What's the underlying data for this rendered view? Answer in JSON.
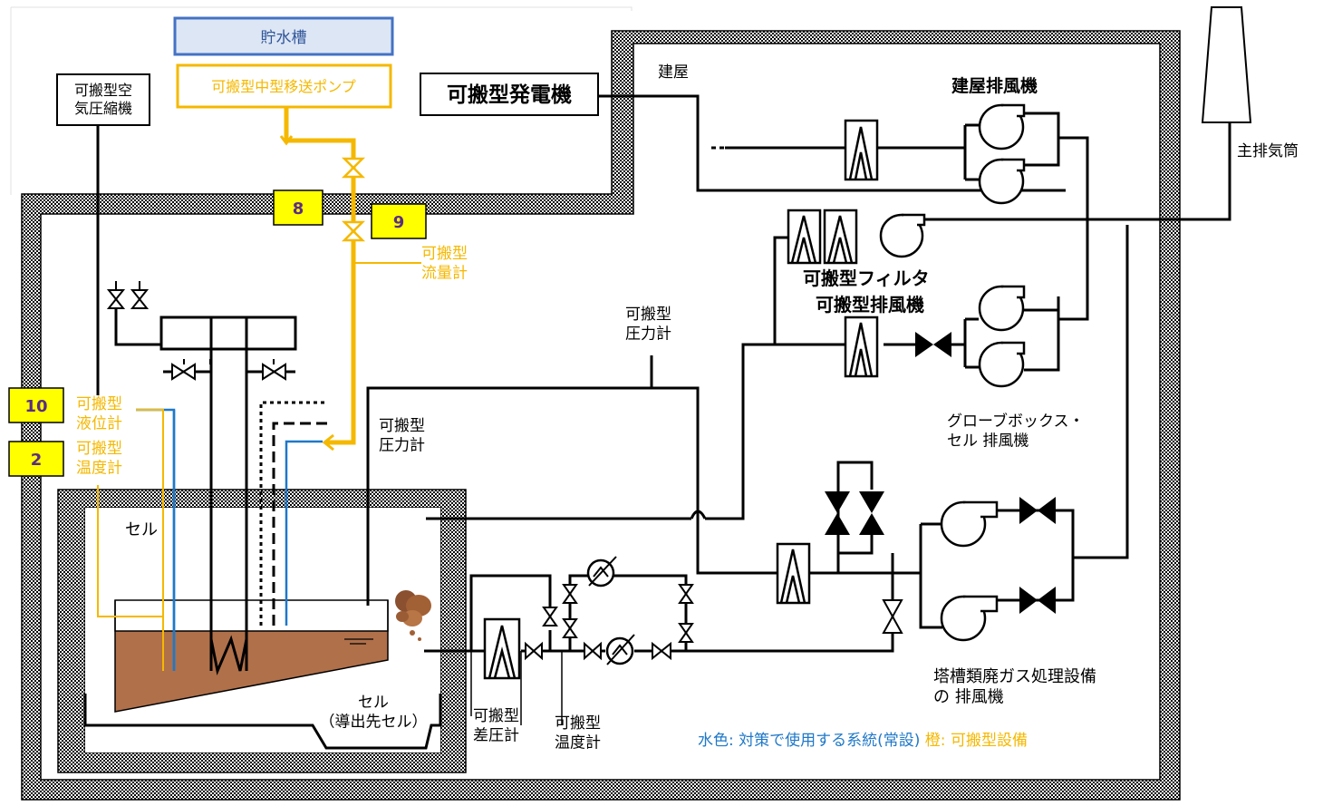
{
  "colors": {
    "orange": "#f5b800",
    "blue": "#1f78c8",
    "black": "#000000",
    "box_yellow": "#ffff00",
    "box_yellow_text": "#5a2d82",
    "tank_blue_fill": "#dde6f5",
    "tank_blue_border": "#4472c4",
    "waste_brown": "#a0603a"
  },
  "labels": {
    "water_tank": "貯水槽",
    "pump": "可搬型中型移送ポンプ",
    "compressor": "可搬型空\n気圧縮機",
    "generator": "可搬型発電機",
    "building": "建屋",
    "building_exhaust_fan": "建屋排風機",
    "main_stack": "主排気筒",
    "portable_filter": "可搬型フィルタ",
    "portable_exhaust_fan": "可搬型排風機",
    "pressure_gauge_upper": "可搬型\n圧力計",
    "glovebox_fan": "グローブボックス・\nセル 排風機",
    "flow_meter": "可搬型\n流量計",
    "level_meter": "可搬型\n液位計",
    "temp_meter_left": "可搬型\n温度計",
    "pressure_gauge_cell": "可搬型\n圧力計",
    "cell": "セル",
    "cell_dest": "セル\n（導出先セル）",
    "diff_pressure": "可搬型\n差圧計",
    "temp_meter_bottom": "可搬型\n温度計",
    "tank_exhaust_fan": "塔槽類廃ガス処理設備\nの 排風機",
    "legend": "水色: 対策で使用する系統(常設)  橙: 可搬型設備"
  },
  "markers": [
    "8",
    "9",
    "10",
    "2"
  ]
}
